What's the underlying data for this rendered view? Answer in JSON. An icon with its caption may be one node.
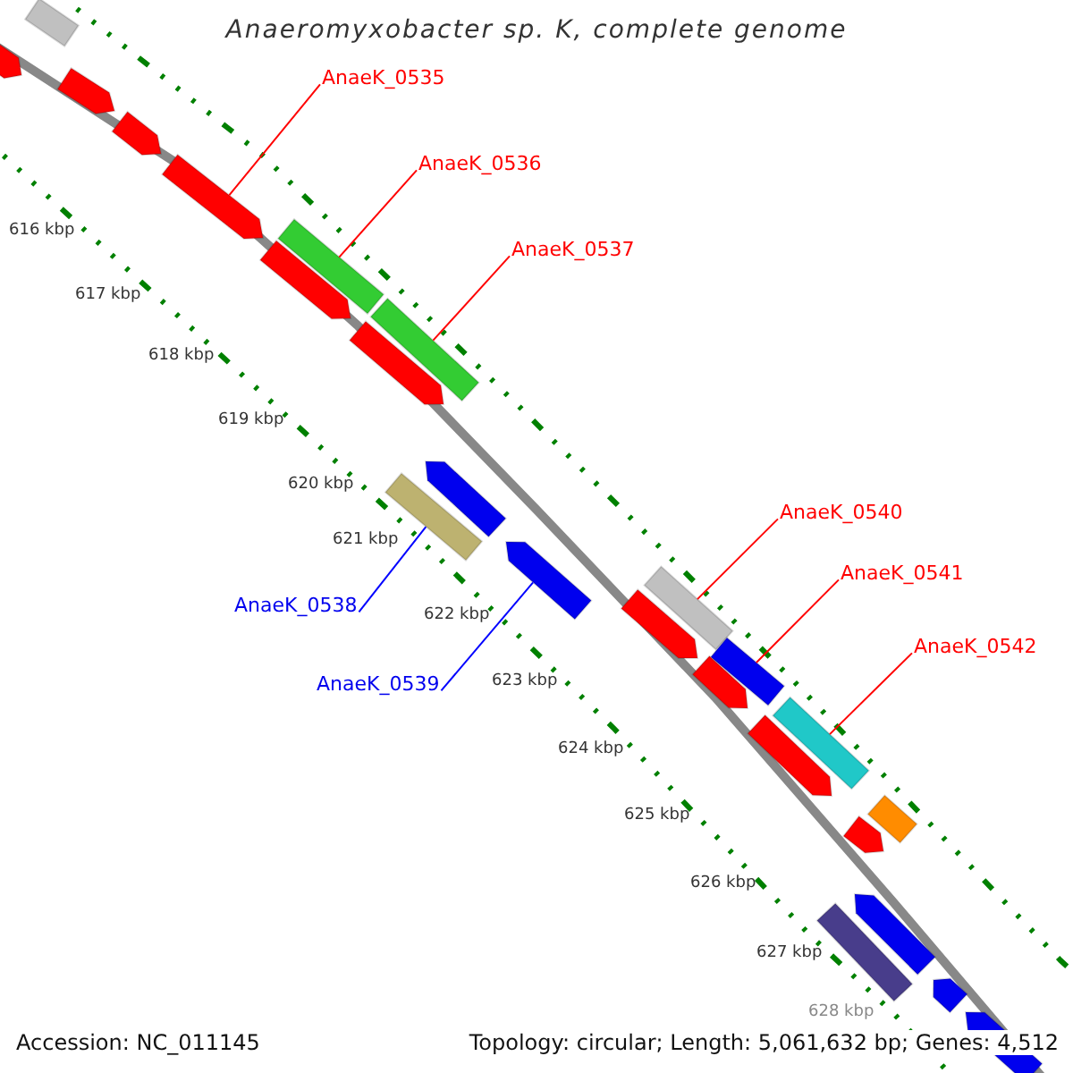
{
  "diagram": {
    "title": "Anaeromyxobacter sp. K, complete genome",
    "nodes": [
      {
        "text": [
          "AnaeK_0535"
        ]
      },
      {
        "text": [
          "AnaeK_0536"
        ]
      },
      {
        "text": [
          "AnaeK_0537"
        ]
      },
      {
        "text": [
          "AnaeK_0538"
        ]
      },
      {
        "text": [
          "AnaeK_0539"
        ]
      },
      {
        "text": [
          "AnaeK_0540"
        ]
      },
      {
        "text": [
          "AnaeK_0541"
        ]
      },
      {
        "text": [
          "AnaeK_0542"
        ]
      },
      {
        "text": [],
        "shape": "bar"
      },
      {
        "text": [],
        "shape": "bar"
      },
      {
        "text": [],
        "shape": "bar"
      },
      {
        "text": [],
        "shape": "bar"
      },
      {
        "text": [],
        "shape": "bar"
      },
      {
        "text": [],
        "shape": "bar"
      },
      {
        "text": [],
        "shape": "bar"
      },
      {
        "text": [],
        "shape": "bar"
      },
      {
        "text": [],
        "shape": "bar"
      },
      {
        "text": [],
        "shape": "bar"
      },
      {
        "text": [],
        "shape": "bar"
      },
      {
        "text": [],
        "shape": "bar"
      },
      {
        "text": [],
        "shape": "bar"
      },
      {
        "text": [],
        "shape": "bar"
      },
      {
        "text": [],
        "shape": "bar"
      },
      {
        "text": [],
        "shape": "bar"
      },
      {
        "text": [],
        "shape": "bar"
      },
      {
        "text": [],
        "shape": "bar"
      },
      {
        "text": [],
        "shape": "bar"
      },
      {
        "text": [],
        "shape": "bar"
      },
      {
        "text": [],
        "shape": "bar"
      },
      {
        "text": [],
        "shape": "bar"
      },
      {
        "text": [],
        "shape": "bar"
      },
      {
        "text": [],
        "shape": "bar"
      }
    ],
    "edges": [
      {
        "from": 0,
        "to": 12,
        "arrow": "none"
      },
      {
        "from": 1,
        "to": 13,
        "arrow": "none"
      },
      {
        "from": 2,
        "to": 15,
        "arrow": "none"
      },
      {
        "from": 3,
        "to": 18,
        "arrow": "none",
        "color": "#0000ff"
      },
      {
        "from": 4,
        "to": 19,
        "arrow": "none",
        "color": "#0000ff"
      },
      {
        "from": 5,
        "to": 20,
        "arrow": "none"
      },
      {
        "from": 6,
        "to": 22,
        "arrow": "none"
      },
      {
        "from": 7,
        "to": 24,
        "arrow": "none"
      }
    ],
    "labels": [
      "616 kbp",
      "617 kbp",
      "618 kbp",
      "619 kbp",
      "620 kbp",
      "621 kbp",
      "622 kbp",
      "623 kbp",
      "624 kbp",
      "625 kbp",
      "626 kbp",
      "627 kbp",
      "628 kbp",
      "Accession: NC_011145",
      "Topology: circular; Length: 5,061,632 bp; Genes: 4,512"
    ]
  }
}
